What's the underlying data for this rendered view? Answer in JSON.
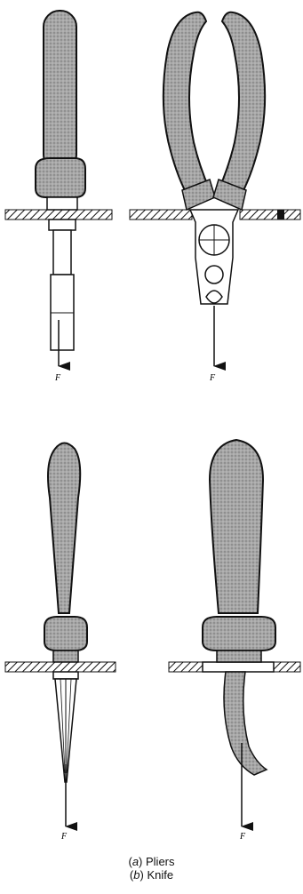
{
  "figure": {
    "force_label": "F",
    "captions": [
      {
        "letter": "a",
        "text": "Pliers"
      },
      {
        "letter": "b",
        "text": "Knife"
      }
    ]
  },
  "colors": {
    "handle_fill": "#9a9a9a",
    "ink": "#111111",
    "background": "#ffffff"
  }
}
